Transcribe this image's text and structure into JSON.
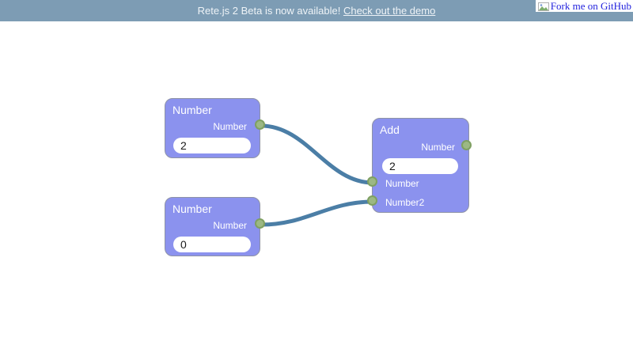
{
  "banner": {
    "message": "Rete.js 2 Beta is now available! ",
    "link_label": "Check out the demo"
  },
  "github_ribbon": {
    "label": "Fork me on GitHub"
  },
  "nodes": {
    "number1": {
      "title": "Number",
      "output_label": "Number",
      "value": "2"
    },
    "number2": {
      "title": "Number",
      "output_label": "Number",
      "value": "0"
    },
    "add": {
      "title": "Add",
      "output_label": "Number",
      "value": "2",
      "input1_label": "Number",
      "input2_label": "Number2"
    }
  },
  "connections": [
    {
      "from": "number1.output",
      "to": "add.input1"
    },
    {
      "from": "number2.output",
      "to": "add.input2"
    }
  ],
  "colors": {
    "banner_bg": "#7d9cb4",
    "node_bg": "#8b92ee",
    "node_border": "#8e93a6",
    "socket_fill": "#9cb884",
    "socket_border": "#7fa062",
    "connection": "#4b7ea6",
    "link_blue": "#2222dd"
  }
}
